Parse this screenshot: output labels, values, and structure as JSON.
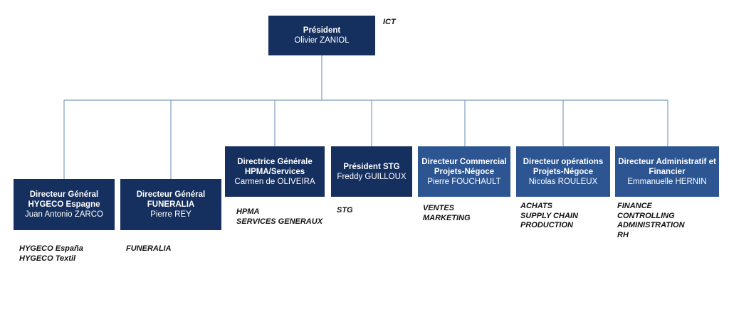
{
  "president": {
    "title": "Président",
    "name": "Olivier ZANIOL",
    "note": [
      "ICT"
    ]
  },
  "branches": [
    {
      "id": "hygeco-espagne",
      "title": [
        "Directeur Général",
        "HYGECO Espagne"
      ],
      "name": "Juan Antonio ZARCO",
      "notes": [
        "HYGECO España",
        "HYGECO Textil"
      ]
    },
    {
      "id": "funeralia",
      "title": [
        "Directeur Général",
        "FUNERALIA"
      ],
      "name": "Pierre REY",
      "notes": [
        "FUNERALIA"
      ]
    },
    {
      "id": "hpma",
      "title": [
        "Directrice Générale",
        "HPMA/Services"
      ],
      "name": "Carmen de OLIVEIRA",
      "notes": [
        "HPMA",
        "SERVICES GENERAUX"
      ]
    },
    {
      "id": "stg",
      "title": [
        "Président STG"
      ],
      "name": "Freddy GUILLOUX",
      "notes": [
        "STG"
      ]
    },
    {
      "id": "commercial",
      "title": [
        "Directeur Commercial",
        "Projets-Négoce"
      ],
      "name": "Pierre FOUCHAULT",
      "notes": [
        "VENTES",
        "MARKETING"
      ]
    },
    {
      "id": "operations",
      "title": [
        "Directeur opérations",
        "Projets-Négoce"
      ],
      "name": "Nicolas ROULEUX",
      "notes": [
        "ACHATS",
        "SUPPLY CHAIN",
        "PRODUCTION"
      ]
    },
    {
      "id": "admin-fin",
      "title": [
        "Directeur Administratif et",
        "Financier"
      ],
      "name": "Emmanuelle HERNIN",
      "notes": [
        "FINANCE",
        "CONTROLLING",
        "ADMINISTRATION",
        "RH"
      ]
    }
  ],
  "colors": {
    "dark_box": "#152f5e",
    "mid_box": "#2c5592",
    "connector": "#7f9cc4"
  }
}
